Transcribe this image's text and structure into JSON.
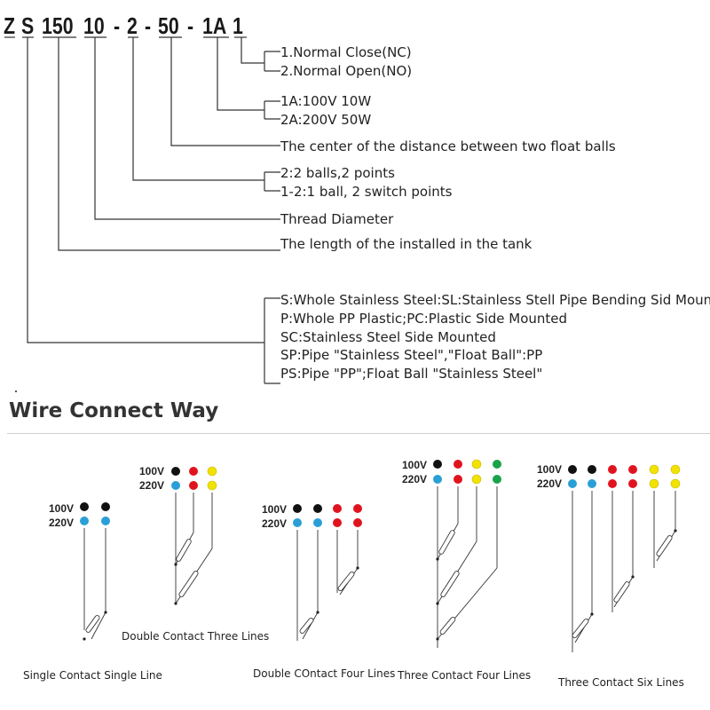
{
  "code": {
    "segments": [
      "Z",
      "S",
      "150",
      "10",
      "-",
      "2",
      "-",
      "50",
      "-",
      "1A",
      "1"
    ]
  },
  "descriptions": {
    "nc": "1.Normal Close(NC)",
    "no": "2.Normal Open(NO)",
    "power_1a": "1A:100V 10W",
    "power_2a": "2A:200V 50W",
    "center_distance": "The center of the distance between two float balls",
    "balls_2": "2:2 balls,2 points",
    "balls_1_2": "1-2:1 ball, 2 switch points",
    "thread": "Thread Diameter",
    "length": "The length of the installed in the tank",
    "material_1": "S:Whole Stainless Steel:SL:Stainless Stell Pipe Bending Sid Mount",
    "material_2": "P:Whole PP Plastic;PC:Plastic Side Mounted",
    "material_3": "SC:Stainless Steel Side Mounted",
    "material_4": "SP:Pipe \"Stainless Steel\",\"Float Ball\":PP",
    "material_5": "PS:Pipe \"PP\";Float Ball \"Stainless Steel\""
  },
  "wire": {
    "heading": "Wire Connect Way",
    "voltage_100": "100V",
    "voltage_220": "220V",
    "captions": {
      "single": "Single Contact Single Line",
      "double_three": "Double Contact Three Lines",
      "double_four": "Double COntact Four Lines",
      "three_four": "Three Contact Four Lines",
      "three_six": "Three Contact Six Lines"
    },
    "colors": {
      "black": "#111111",
      "blue": "#2a9fd6",
      "red": "#e0141e",
      "yellow": "#f2e200",
      "green": "#19a34a"
    }
  }
}
